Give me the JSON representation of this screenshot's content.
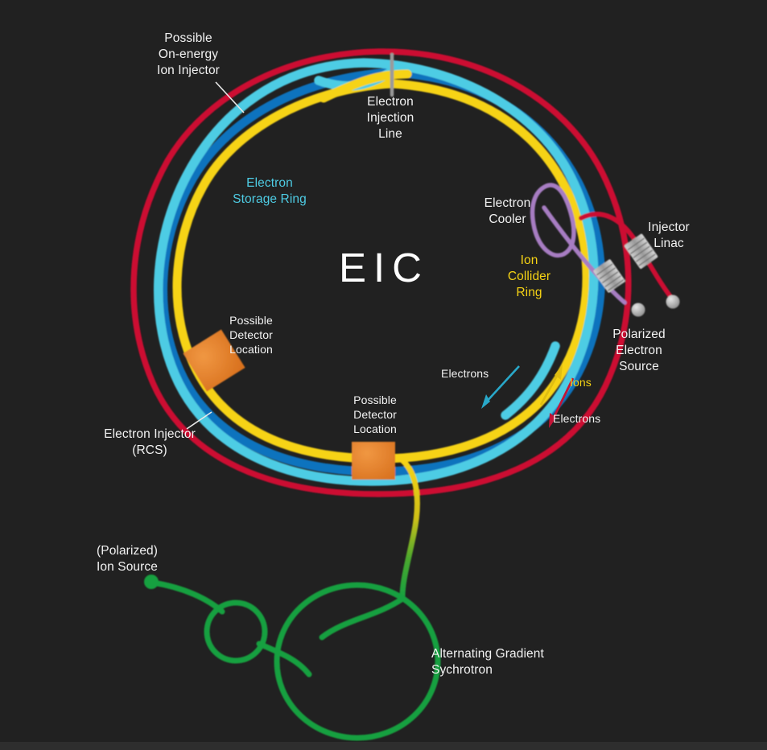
{
  "diagram": {
    "title": "EIC",
    "center_label": "EIC",
    "background_color": "#212121"
  },
  "colors": {
    "electron_storage_ring": "#4ecce4",
    "ion_collider_ring": "#f6d314",
    "blue_ring": "#1173be",
    "electron_injector_rcs": "#cc1033",
    "electron_cooler": "#a77dc2",
    "detector_box": "#e8802a",
    "ion_source_chain": "#18a03f",
    "label_text": "#f2f2f2",
    "linac_cavity": "#b8b8b8"
  },
  "labels": {
    "possible_on_energy_ion_injector": "Possible\nOn-energy\nIon Injector",
    "electron_injection_line": "Electron\nInjection\nLine",
    "electron_storage_ring": "Electron\nStorage Ring",
    "electron_cooler": "Electron\nCooler",
    "injector_linac": "Injector\nLinac",
    "ion_collider_ring": "Ion\nCollider\nRing",
    "polarized_electron_source": "Polarized\nElectron\nSource",
    "possible_detector_location_left": "Possible\nDetector\nLocation",
    "possible_detector_location_bottom": "Possible\nDetector\nLocation",
    "electron_injector_rcs": "Electron Injector\n(RCS)",
    "polarized_ion_source": "(Polarized)\nIon Source",
    "alternating_gradient_synchrotron": "Alternating Gradient\nSychrotron",
    "electrons_inner_arrow": "Electrons",
    "ions_arrow": "Ions",
    "electrons_outer_arrow": "Electrons"
  },
  "components": [
    {
      "name": "electron-storage-ring",
      "type": "ring",
      "color": "#4ecce4"
    },
    {
      "name": "ion-collider-ring",
      "type": "ring",
      "color": "#f6d314"
    },
    {
      "name": "blue-beamline-ring",
      "type": "ring",
      "color": "#1173be"
    },
    {
      "name": "electron-injector-rcs-ring",
      "type": "ring",
      "color": "#cc1033"
    },
    {
      "name": "electron-cooler-loop",
      "type": "loop",
      "color": "#a77dc2"
    },
    {
      "name": "detector-box-left",
      "type": "box",
      "color": "#e8802a"
    },
    {
      "name": "detector-box-bottom",
      "type": "box",
      "color": "#e8802a"
    },
    {
      "name": "injector-linac-cavity",
      "type": "cavity",
      "color": "#b8b8b8"
    },
    {
      "name": "polarized-electron-source-cavity",
      "type": "cavity",
      "color": "#b8b8b8"
    },
    {
      "name": "alternating-gradient-synchrotron",
      "type": "ring",
      "color": "#18a03f"
    },
    {
      "name": "booster-ring",
      "type": "ring",
      "color": "#18a03f"
    },
    {
      "name": "polarized-ion-source-dot",
      "type": "dot",
      "color": "#18a03f"
    }
  ]
}
